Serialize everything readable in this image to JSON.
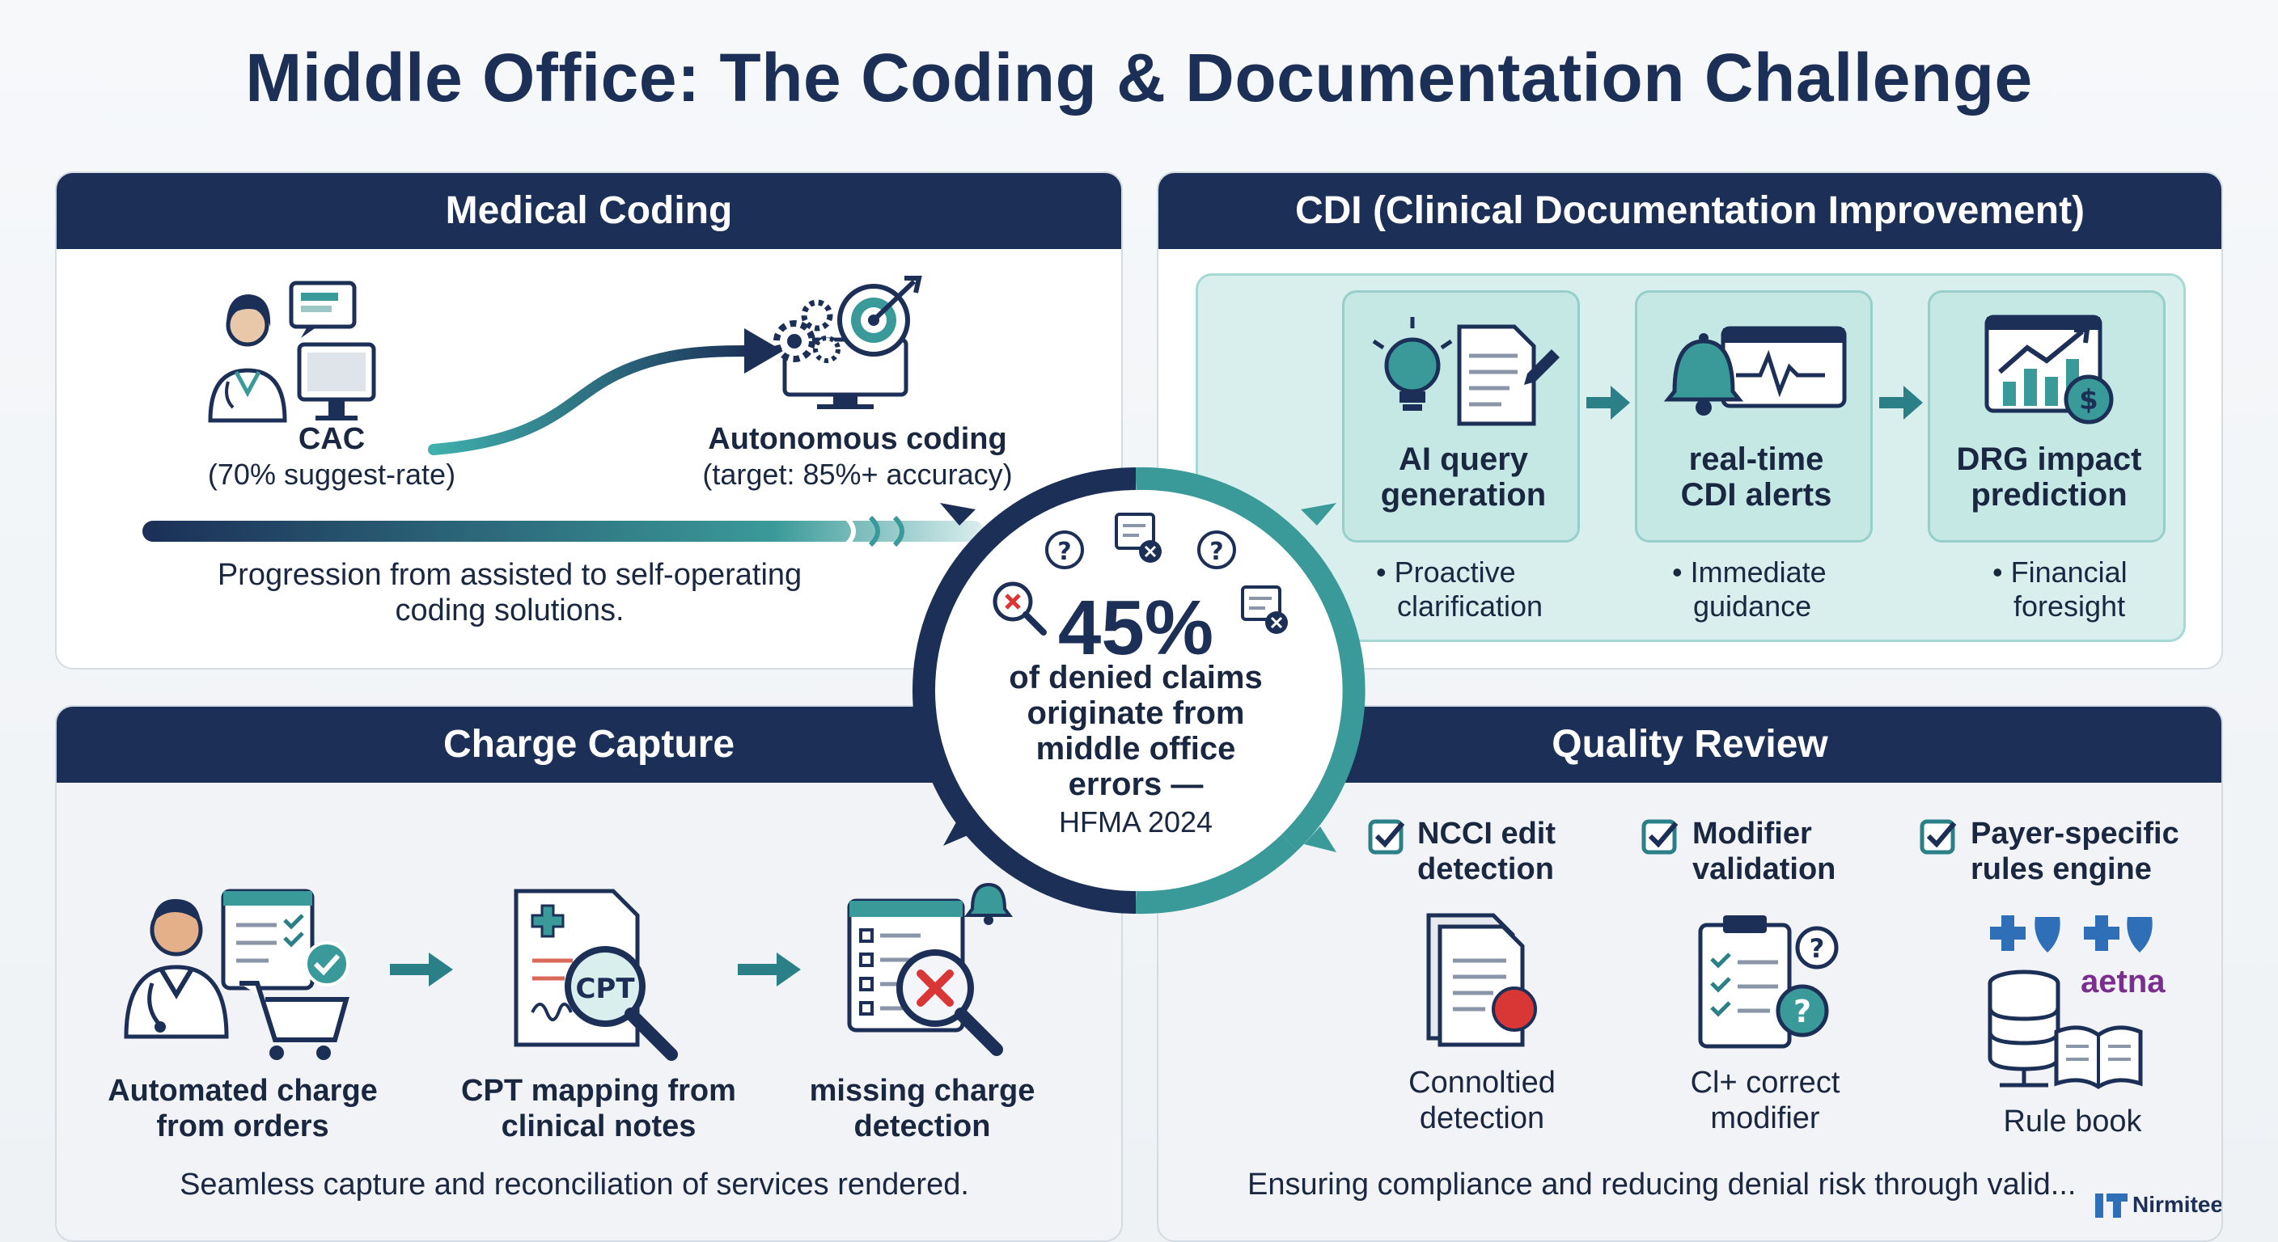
{
  "title": "Middle Office: The Coding & Documentation Challenge",
  "colors": {
    "navy": "#1c2f57",
    "teal": "#3a9a99",
    "red": "#d93636",
    "check": "#2b7f86"
  },
  "medical_coding": {
    "header": "Medical Coding",
    "cac_label": "CAC",
    "cac_detail": "(70% suggest-rate)",
    "autonomous_label": "Autonomous coding",
    "autonomous_detail": "(target: 85%+ accuracy)",
    "caption_line1": "Progression from assisted to self-operating",
    "caption_line2": "coding solutions."
  },
  "cdi": {
    "header": "CDI (Clinical Documentation Improvement)",
    "cards": [
      {
        "label_line1": "AI query",
        "label_line2": "generation",
        "bullet_line1": "• Proactive",
        "bullet_line2": "clarification",
        "icon": "lightbulb-document-icon"
      },
      {
        "label_line1": "real-time",
        "label_line2": "CDI alerts",
        "bullet_line1": "• Immediate",
        "bullet_line2": "guidance",
        "icon": "bell-monitor-icon"
      },
      {
        "label_line1": "DRG impact",
        "label_line2": "prediction",
        "bullet_line1": "• Financial",
        "bullet_line2": "foresight",
        "icon": "chart-dollar-icon"
      }
    ]
  },
  "center_stat": {
    "value": "45%",
    "line1": "of denied claims",
    "line2": "originate from",
    "line3": "middle office",
    "line4": "errors —",
    "source": "HFMA 2024"
  },
  "charge_capture": {
    "header": "Charge Capture",
    "steps": [
      {
        "line1": "Automated charge",
        "line2": "from orders",
        "icon": "doctor-cart-icon"
      },
      {
        "line1": "CPT mapping from",
        "line2": "clinical notes",
        "icon": "cpt-magnifier-icon",
        "badge": "CPT"
      },
      {
        "line1": "missing charge",
        "line2": "detection",
        "icon": "checklist-error-icon"
      }
    ],
    "caption": "Seamless capture and reconciliation of services rendered."
  },
  "quality_review": {
    "header": "Quality Review",
    "items": [
      {
        "title_line1": "NCCI edit",
        "title_line2": "detection",
        "sub_line1": "Connoltied",
        "sub_line2": "detection",
        "icon": "document-alert-icon"
      },
      {
        "title_line1": "Modifier",
        "title_line2": "validation",
        "sub_line1": "Cl+ correct",
        "sub_line2": "modifier",
        "icon": "clipboard-question-icon"
      },
      {
        "title_line1": "Payer-specific",
        "title_line2": "rules engine",
        "sub_line1": "Rule book",
        "sub_line2": "",
        "icon": "database-book-icon",
        "brand": "aetna"
      }
    ],
    "caption": "Ensuring compliance and reducing denial risk through valid..."
  },
  "footer_logo": "Nirmitee.io"
}
